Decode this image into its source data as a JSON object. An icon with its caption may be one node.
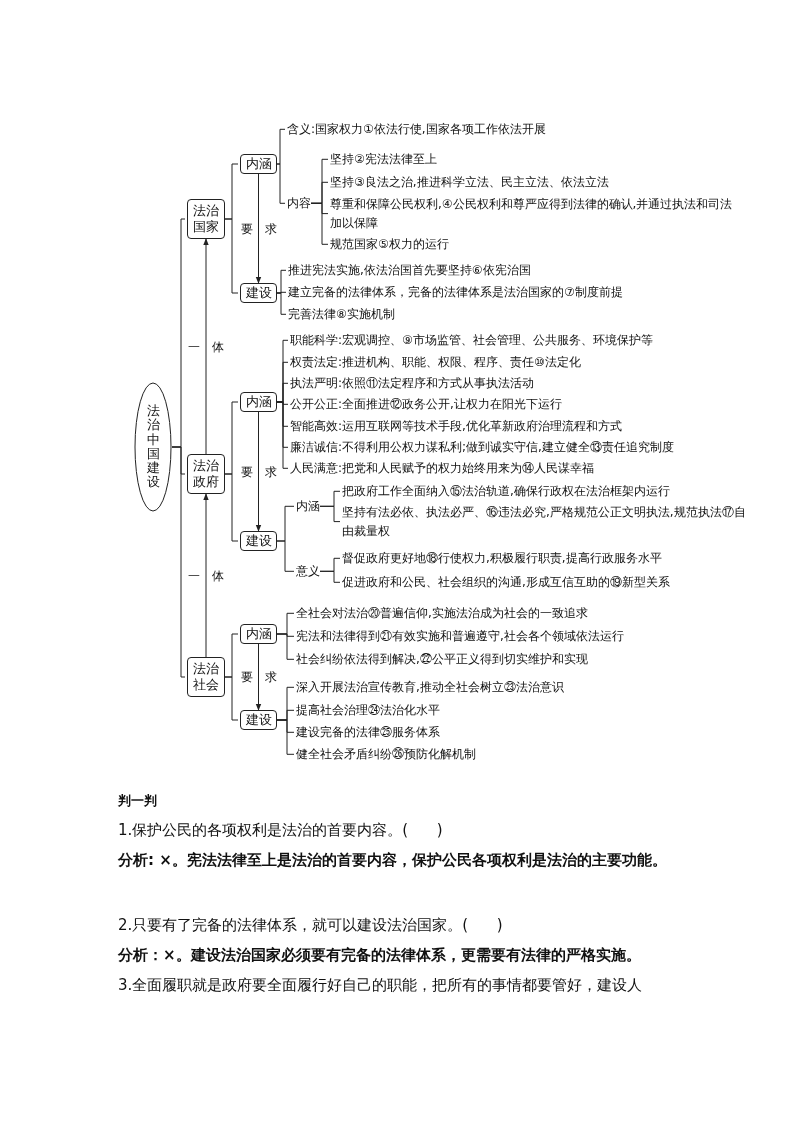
{
  "diagram": {
    "nodes": [
      {
        "text": [
          "法治中国建设"
        ]
      },
      {
        "text": [
          "法治国家"
        ]
      },
      {
        "text": [
          "内涵"
        ]
      },
      {
        "text": [
          "含义:国家权力①依法行使,国家各项工作依法开展"
        ]
      },
      {
        "text": [
          "内容"
        ]
      },
      {
        "text": [
          "坚持②宪法法律至上"
        ]
      },
      {
        "text": [
          "坚持③良法之治,推进科学立法、民主立法、依法立法"
        ]
      },
      {
        "text": [
          "尊重和保障公民权利,④公民权利和尊严应得到法律的确认,并通过执法和司法加以保障"
        ]
      },
      {
        "text": [
          "规范国家⑤权力的运行"
        ]
      },
      {
        "text": [
          "建设"
        ]
      },
      {
        "text": [
          "推进宪法实施,依法治国首先要坚持⑥依宪治国"
        ]
      },
      {
        "text": [
          "建立完备的法律体系，完备的法律体系是法治国家的⑦制度前提"
        ]
      },
      {
        "text": [
          "完善法律⑧实施机制"
        ]
      },
      {
        "text": [
          "法治政府"
        ]
      },
      {
        "text": [
          "内涵"
        ]
      },
      {
        "text": [
          "职能科学:宏观调控、⑨市场监管、社会管理、公共服务、环境保护等"
        ]
      },
      {
        "text": [
          "权责法定:推进机构、职能、权限、程序、责任⑩法定化"
        ]
      },
      {
        "text": [
          "执法严明:依照⑪法定程序和方式从事执法活动"
        ]
      },
      {
        "text": [
          "公开公正:全面推进⑫政务公开,让权力在阳光下运行"
        ]
      },
      {
        "text": [
          "智能高效:运用互联网等技术手段,优化革新政府治理流程和方式"
        ]
      },
      {
        "text": [
          "廉洁诚信:不得利用公权力谋私利;做到诚实守信,建立健全⑬责任追究制度"
        ]
      },
      {
        "text": [
          "人民满意:把党和人民赋予的权力始终用来为⑭人民谋幸福"
        ]
      },
      {
        "text": [
          "建设"
        ]
      },
      {
        "text": [
          "内涵"
        ]
      },
      {
        "text": [
          "把政府工作全面纳入⑮法治轨道,确保行政权在法治框架内运行"
        ]
      },
      {
        "text": [
          "坚持有法必依、执法必严、⑯违法必究,严格规范公正文明执法,规范执法⑰自由裁量权"
        ]
      },
      {
        "text": [
          "意义"
        ]
      },
      {
        "text": [
          "督促政府更好地⑱行使权力,积极履行职责,提高行政服务水平"
        ]
      },
      {
        "text": [
          "促进政府和公民、社会组织的沟通,形成互信互助的⑲新型关系"
        ]
      },
      {
        "text": [
          "法治社会"
        ]
      },
      {
        "text": [
          "内涵"
        ]
      },
      {
        "text": [
          "全社会对法治⑳普遍信仰,实施法治成为社会的一致追求"
        ]
      },
      {
        "text": [
          "宪法和法律得到㉑有效实施和普遍遵守,社会各个领域依法运行"
        ]
      },
      {
        "text": [
          "社会纠纷依法得到解决,㉒公平正义得到切实维护和实现"
        ]
      },
      {
        "text": [
          "建设"
        ]
      },
      {
        "text": [
          "深入开展法治宣传教育,推动全社会树立㉓法治意识"
        ]
      },
      {
        "text": [
          "提高社会治理㉔法治化水平"
        ]
      },
      {
        "text": [
          "建设完备的法律㉕服务体系"
        ]
      },
      {
        "text": [
          "健全社会矛盾纠纷㉖预防化解机制"
        ]
      }
    ],
    "edges": [
      {
        "from": 0,
        "to": 1,
        "arrow": "none"
      },
      {
        "from": 0,
        "to": 13,
        "arrow": "none"
      },
      {
        "from": 0,
        "to": 29,
        "arrow": "none"
      },
      {
        "from": 1,
        "to": 2,
        "arrow": "none"
      },
      {
        "from": 1,
        "to": 9,
        "arrow": "none"
      },
      {
        "from": 2,
        "to": 3,
        "arrow": "none"
      },
      {
        "from": 2,
        "to": 4,
        "arrow": "none"
      },
      {
        "from": 4,
        "to": 5,
        "arrow": "none"
      },
      {
        "from": 4,
        "to": 6,
        "arrow": "none"
      },
      {
        "from": 4,
        "to": 7,
        "arrow": "none"
      },
      {
        "from": 4,
        "to": 8,
        "arrow": "none"
      },
      {
        "from": 2,
        "to": 9,
        "arrow": "to",
        "label": "要求"
      },
      {
        "from": 9,
        "to": 10,
        "arrow": "none"
      },
      {
        "from": 9,
        "to": 11,
        "arrow": "none"
      },
      {
        "from": 9,
        "to": 12,
        "arrow": "none"
      },
      {
        "from": 13,
        "to": 1,
        "arrow": "to",
        "label": "一体"
      },
      {
        "from": 13,
        "to": 14,
        "arrow": "none"
      },
      {
        "from": 13,
        "to": 22,
        "arrow": "none"
      },
      {
        "from": 14,
        "to": 15,
        "arrow": "none"
      },
      {
        "from": 14,
        "to": 16,
        "arrow": "none"
      },
      {
        "from": 14,
        "to": 17,
        "arrow": "none"
      },
      {
        "from": 14,
        "to": 18,
        "arrow": "none"
      },
      {
        "from": 14,
        "to": 19,
        "arrow": "none"
      },
      {
        "from": 14,
        "to": 20,
        "arrow": "none"
      },
      {
        "from": 14,
        "to": 21,
        "arrow": "none"
      },
      {
        "from": 14,
        "to": 22,
        "arrow": "to",
        "label": "要求"
      },
      {
        "from": 22,
        "to": 23,
        "arrow": "none"
      },
      {
        "from": 22,
        "to": 26,
        "arrow": "none"
      },
      {
        "from": 23,
        "to": 24,
        "arrow": "none"
      },
      {
        "from": 23,
        "to": 25,
        "arrow": "none"
      },
      {
        "from": 26,
        "to": 27,
        "arrow": "none"
      },
      {
        "from": 26,
        "to": 28,
        "arrow": "none"
      },
      {
        "from": 29,
        "to": 13,
        "arrow": "to",
        "label": "一体"
      },
      {
        "from": 29,
        "to": 30,
        "arrow": "none"
      },
      {
        "from": 29,
        "to": 34,
        "arrow": "none"
      },
      {
        "from": 30,
        "to": 31,
        "arrow": "none"
      },
      {
        "from": 30,
        "to": 32,
        "arrow": "none"
      },
      {
        "from": 30,
        "to": 33,
        "arrow": "none"
      },
      {
        "from": 30,
        "to": 34,
        "arrow": "to",
        "label": "要求"
      },
      {
        "from": 34,
        "to": 35,
        "arrow": "none"
      },
      {
        "from": 34,
        "to": 36,
        "arrow": "none"
      },
      {
        "from": 34,
        "to": 37,
        "arrow": "none"
      },
      {
        "from": 34,
        "to": 38,
        "arrow": "none"
      }
    ],
    "labels": [
      "判一判",
      "1.保护公民的各项权利是法治的首要内容。(      )",
      "分析: ×。宪法法律至上是法治的首要内容，保护公民各项权利是法治的主要功能。",
      "2.只要有了完备的法律体系，就可以建设法治国家。(      )",
      "分析：×。建设法治国家必须要有完备的法律体系，更需要有法律的严格实施。",
      "3.全面履职就是政府要全面履行好自己的职能，把所有的事情都要管好，建设人"
    ]
  }
}
